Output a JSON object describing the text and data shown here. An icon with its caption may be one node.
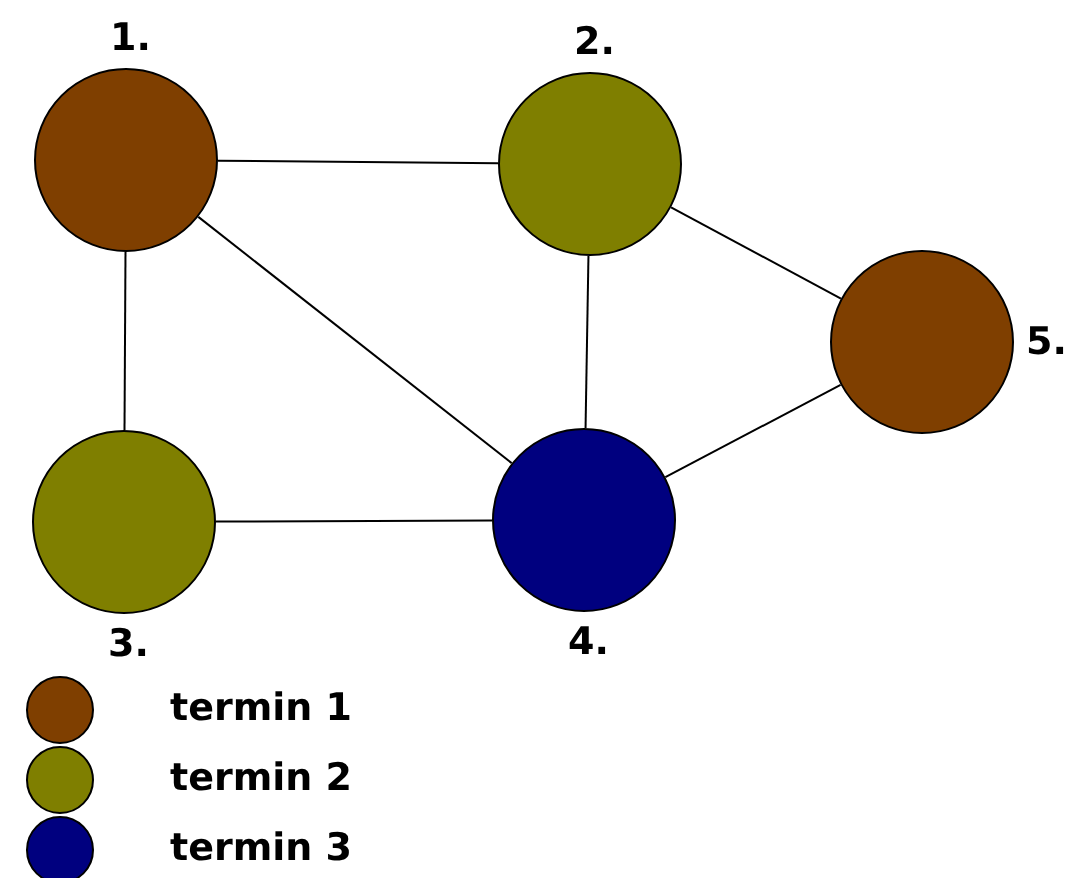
{
  "diagram": {
    "nodes": [
      {
        "text": [
          "1."
        ]
      },
      {
        "text": [
          "2."
        ]
      },
      {
        "text": [
          "3."
        ]
      },
      {
        "text": [
          "4."
        ]
      },
      {
        "text": [
          "5."
        ]
      }
    ],
    "edges": [
      {
        "from": 0,
        "to": 1,
        "arrow": "none"
      },
      {
        "from": 0,
        "to": 2,
        "arrow": "none"
      },
      {
        "from": 0,
        "to": 3,
        "arrow": "none"
      },
      {
        "from": 1,
        "to": 3,
        "arrow": "none"
      },
      {
        "from": 1,
        "to": 4,
        "arrow": "none"
      },
      {
        "from": 2,
        "to": 3,
        "arrow": "none"
      },
      {
        "from": 3,
        "to": 4,
        "arrow": "none"
      }
    ],
    "legend": [
      {
        "text": "termin 1",
        "color": "#7f3f00"
      },
      {
        "text": "termin 2",
        "color": "#7f7f00"
      },
      {
        "text": "termin 3",
        "color": "#00007f"
      }
    ]
  }
}
